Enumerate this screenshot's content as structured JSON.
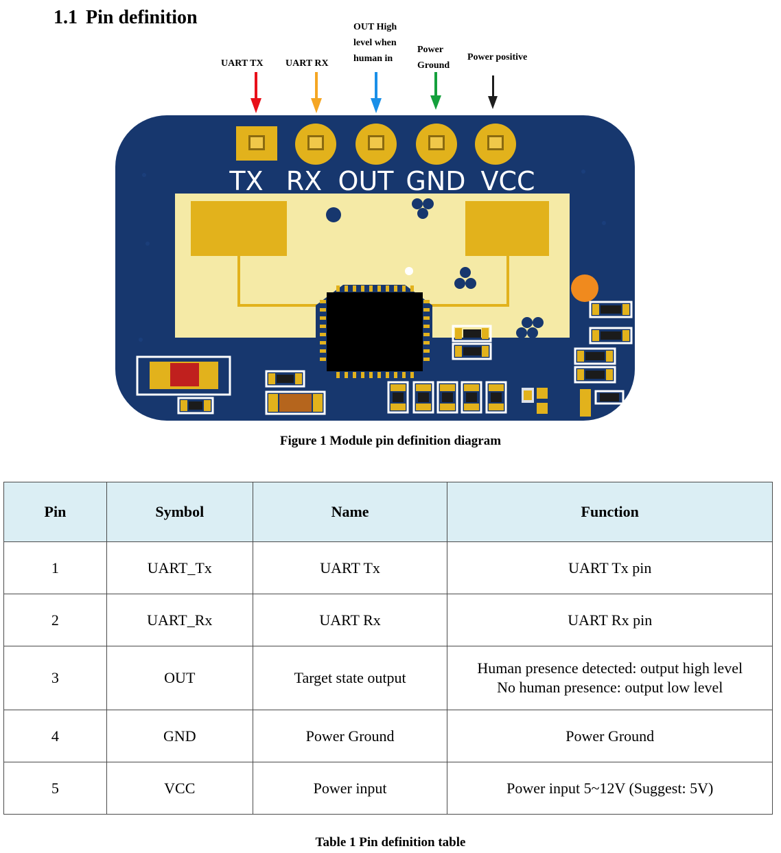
{
  "section": {
    "number": "1.1",
    "title": "Pin definition"
  },
  "figure": {
    "callouts": {
      "tx": "UART TX",
      "rx": "UART RX",
      "out": "OUT High\nlevel when\nhuman in",
      "gnd": "Power\nGround",
      "vcc": "Power positive"
    },
    "silkscreen": [
      "TX",
      "RX",
      "OUT",
      "GND",
      "VCC"
    ],
    "arrow_colors": [
      "#e8101a",
      "#f5a623",
      "#1a8fe8",
      "#14a03c",
      "#1e1e1e"
    ],
    "board_color": "#17376e",
    "pad_color": "#e2b21c",
    "caption": "Figure 1 Module pin definition diagram"
  },
  "table": {
    "headers": [
      "Pin",
      "Symbol",
      "Name",
      "Function"
    ],
    "rows": [
      {
        "pin": "1",
        "symbol": "UART_Tx",
        "name": "UART Tx",
        "function": "UART Tx pin"
      },
      {
        "pin": "2",
        "symbol": "UART_Rx",
        "name": "UART Rx",
        "function": "UART Rx pin"
      },
      {
        "pin": "3",
        "symbol": "OUT",
        "name": "Target state output",
        "function": "Human presence detected: output high level\nNo human presence: output low level"
      },
      {
        "pin": "4",
        "symbol": "GND",
        "name": "Power Ground",
        "function": "Power Ground"
      },
      {
        "pin": "5",
        "symbol": "VCC",
        "name": "Power input",
        "function": "Power input 5~12V (Suggest: 5V)"
      }
    ],
    "caption": "Table 1 Pin definition table"
  }
}
